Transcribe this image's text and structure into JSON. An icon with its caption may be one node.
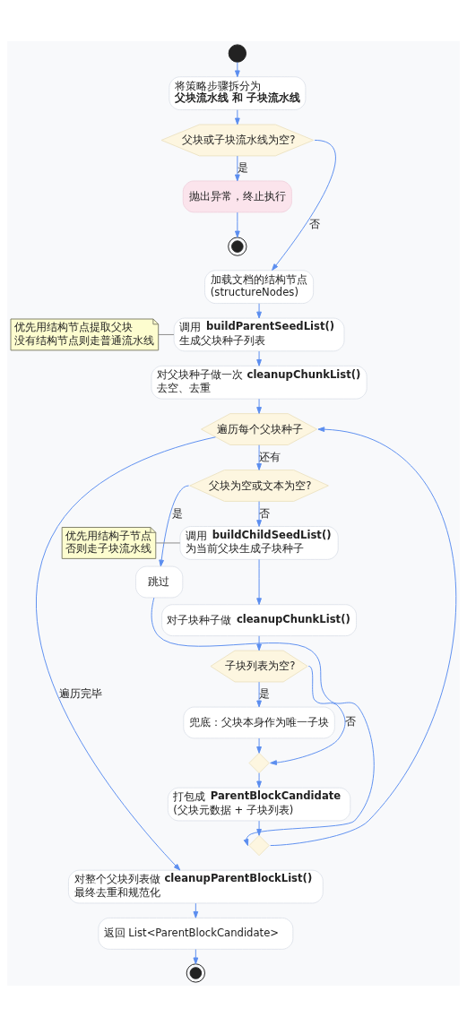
{
  "diagram": {
    "nodes": [
      {
        "text": [],
        "shape": "circle"
      },
      {
        "text": [
          "将策略步骤拆分为",
          "**父块流水线 和 子块流水线**"
        ]
      },
      {
        "text": [
          "父块或子块流水线为空?"
        ]
      },
      {
        "text": [
          "抛出异常，终止执行"
        ]
      },
      {
        "text": [],
        "shape": "circle"
      },
      {
        "text": [
          "加载文档的结构节点",
          "(structureNodes)"
        ]
      },
      {
        "text": [
          "调用 **buildParentSeedList()**",
          "生成父块种子列表"
        ]
      },
      {
        "text": [
          "优先用结构节点提取父块",
          "没有结构节点则走普通流水线"
        ]
      },
      {
        "text": [
          "对父块种子做一次 **cleanupChunkList()**",
          "去空、去重"
        ]
      },
      {
        "text": [
          "遍历每个父块种子"
        ]
      },
      {
        "text": [
          "父块为空或文本为空?"
        ]
      },
      {
        "text": [
          "跳过"
        ]
      },
      {
        "text": [
          "调用 **buildChildSeedList()**",
          "为当前父块生成子块种子"
        ]
      },
      {
        "text": [
          "优先用结构子节点",
          "否则走子块流水线"
        ]
      },
      {
        "text": [
          "对子块种子做 **cleanupChunkList()**"
        ]
      },
      {
        "text": [
          "子块列表为空?"
        ]
      },
      {
        "text": [
          "兜底：父块本身作为唯一子块"
        ]
      },
      {
        "text": [],
        "shape": "diamond"
      },
      {
        "text": [
          "打包成 **ParentBlockCandidate**",
          "(父块元数据 + 子块列表)"
        ]
      },
      {
        "text": [],
        "shape": "diamond"
      },
      {
        "text": [
          "对整个父块列表做 **cleanupParentBlockList()**",
          "最终去重和规范化"
        ]
      },
      {
        "text": [
          "返回 List<ParentBlockCandidate>"
        ]
      },
      {
        "text": [],
        "shape": "circle"
      }
    ],
    "edges": [
      {
        "from": 0,
        "to": 1,
        "arrow": "to"
      },
      {
        "from": 1,
        "to": 2,
        "arrow": "to"
      },
      {
        "from": 2,
        "to": 3,
        "arrow": "to",
        "label": "是"
      },
      {
        "from": 2,
        "to": 5,
        "arrow": "to",
        "label": "否"
      },
      {
        "from": 3,
        "to": 4,
        "arrow": "to"
      },
      {
        "from": 5,
        "to": 6,
        "arrow": "to"
      },
      {
        "from": 7,
        "to": 6,
        "arrow": "none",
        "color": "#888888"
      },
      {
        "from": 6,
        "to": 8,
        "arrow": "to"
      },
      {
        "from": 8,
        "to": 9,
        "arrow": "to"
      },
      {
        "from": 9,
        "to": 10,
        "arrow": "to",
        "label": "还有"
      },
      {
        "from": 9,
        "to": 20,
        "arrow": "to",
        "label": "遍历完毕"
      },
      {
        "from": 10,
        "to": 11,
        "arrow": "to",
        "label": "是"
      },
      {
        "from": 10,
        "to": 12,
        "arrow": "to",
        "label": "否"
      },
      {
        "from": 13,
        "to": 12,
        "arrow": "none",
        "color": "#888888"
      },
      {
        "from": 12,
        "to": 14,
        "arrow": "to"
      },
      {
        "from": 14,
        "to": 15,
        "arrow": "to"
      },
      {
        "from": 15,
        "to": 16,
        "arrow": "to",
        "label": "是"
      },
      {
        "from": 15,
        "to": 17,
        "arrow": "to",
        "label": "否"
      },
      {
        "from": 16,
        "to": 17,
        "arrow": "to"
      },
      {
        "from": 17,
        "to": 18,
        "arrow": "to"
      },
      {
        "from": 11,
        "to": 19,
        "arrow": "to"
      },
      {
        "from": 18,
        "to": 19,
        "arrow": "to"
      },
      {
        "from": 19,
        "to": 9,
        "arrow": "to"
      },
      {
        "from": 20,
        "to": 21,
        "arrow": "to"
      },
      {
        "from": 21,
        "to": 22,
        "arrow": "to"
      }
    ]
  }
}
